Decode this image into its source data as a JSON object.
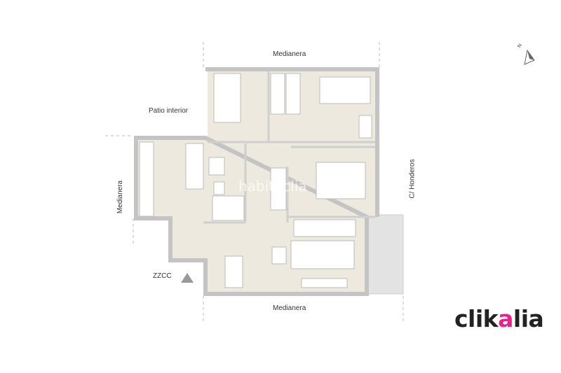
{
  "plan": {
    "labels": {
      "top": "Medianera",
      "bottom": "Medianera",
      "left": "Medianera",
      "patio": "Patio interior",
      "street": "C/ Honderos",
      "zzcc": "ZZCC",
      "compass": "N"
    },
    "watermark": "habitaclia"
  },
  "brand": {
    "logo_text": "clikalia",
    "logo_part1": "clik",
    "logo_accent": "a",
    "logo_part2": "lia",
    "accent_color": "#e6238c"
  },
  "colors": {
    "floor": "#ede9de",
    "wall": "#c9c9c9",
    "terrace": "#e3e3e3"
  }
}
